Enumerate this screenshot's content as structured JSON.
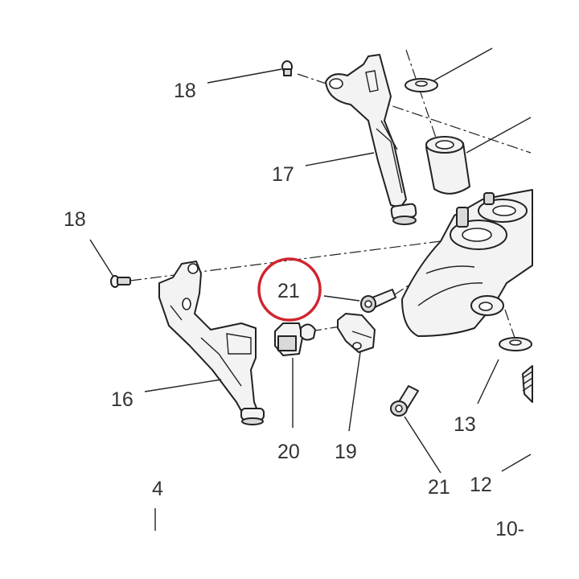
{
  "diagram": {
    "highlight_color": "#d0252f",
    "line_color": "#222222",
    "text_color": "#333333",
    "callouts": [
      {
        "id": "c18a",
        "label": "18"
      },
      {
        "id": "c17",
        "label": "17"
      },
      {
        "id": "c18b",
        "label": "18"
      },
      {
        "id": "c21a",
        "label": "21"
      },
      {
        "id": "c16",
        "label": "16"
      },
      {
        "id": "c20",
        "label": "20"
      },
      {
        "id": "c19",
        "label": "19"
      },
      {
        "id": "c13",
        "label": "13"
      },
      {
        "id": "c21b",
        "label": "21"
      },
      {
        "id": "c12",
        "label": "12"
      },
      {
        "id": "c4",
        "label": "4"
      },
      {
        "id": "c10",
        "label": "10-"
      }
    ]
  }
}
